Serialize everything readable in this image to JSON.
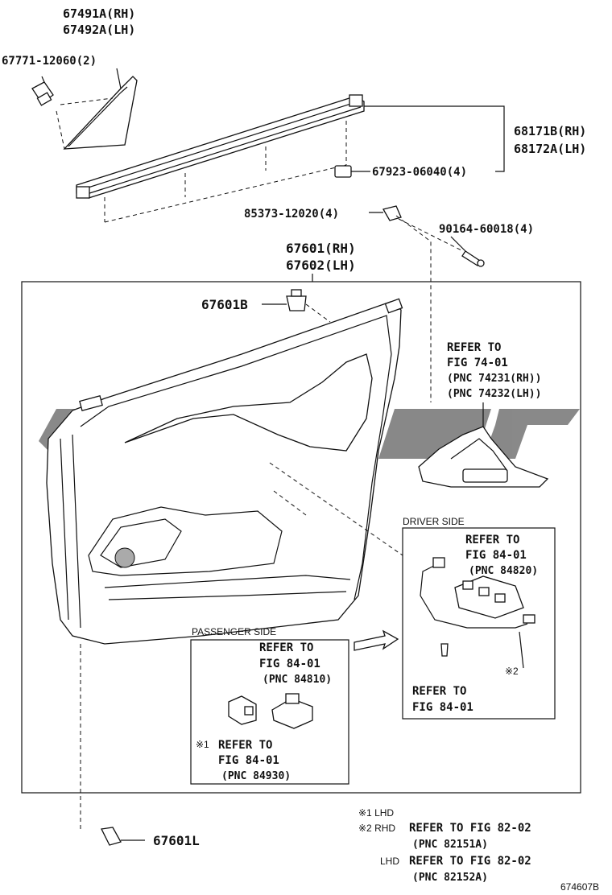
{
  "labels": {
    "moulding_rh": "67491A(RH)",
    "moulding_lh": "67492A(LH)",
    "clip_top": "67771-12060(2)",
    "weatherstrip_rh": "68171B(RH)",
    "weatherstrip_lh": "68172A(LH)",
    "weatherstrip_clip": "67923-06040(4)",
    "clip_85373": "85373-12020(4)",
    "screw_90164": "90164-60018(4)",
    "panel_rh": "67601(RH)",
    "panel_lh": "67602(LH)",
    "clip_67601b": "67601B",
    "clip_67601l": "67601L",
    "figure_id": "674607B"
  },
  "refer_armrest": {
    "l1": "REFER TO",
    "l2": "FIG 74-01",
    "l3": "(PNC 74231(RH))",
    "l4": "(PNC 74232(LH))"
  },
  "driver_side": {
    "title": "DRIVER SIDE",
    "ref1_l1": "REFER TO",
    "ref1_l2": "FIG 84-01",
    "ref1_l3": "(PNC 84820)",
    "ref2_l1": "REFER TO",
    "ref2_l2": "FIG 84-01",
    "note_mark": "※2"
  },
  "passenger_side": {
    "title": "PASSENGER SIDE",
    "ref1_l1": "REFER TO",
    "ref1_l2": "FIG 84-01",
    "ref1_l3": "(PNC 84810)",
    "ref2_mark": "※1",
    "ref2_l1": "REFER TO",
    "ref2_l2": "FIG 84-01",
    "ref2_l3": "(PNC 84930)"
  },
  "notes": {
    "n1_mark": "※1 LHD",
    "n2_mark": "※2 RHD",
    "n2_text": "REFER TO FIG 82-02",
    "n2_pnc": "(PNC 82151A)",
    "n3_mark": "LHD",
    "n3_text": "REFER TO FIG 82-02",
    "n3_pnc": "(PNC 82152A)"
  },
  "colors": {
    "ink": "#111111",
    "watermark": "#7c7c7c",
    "background": "#ffffff"
  }
}
